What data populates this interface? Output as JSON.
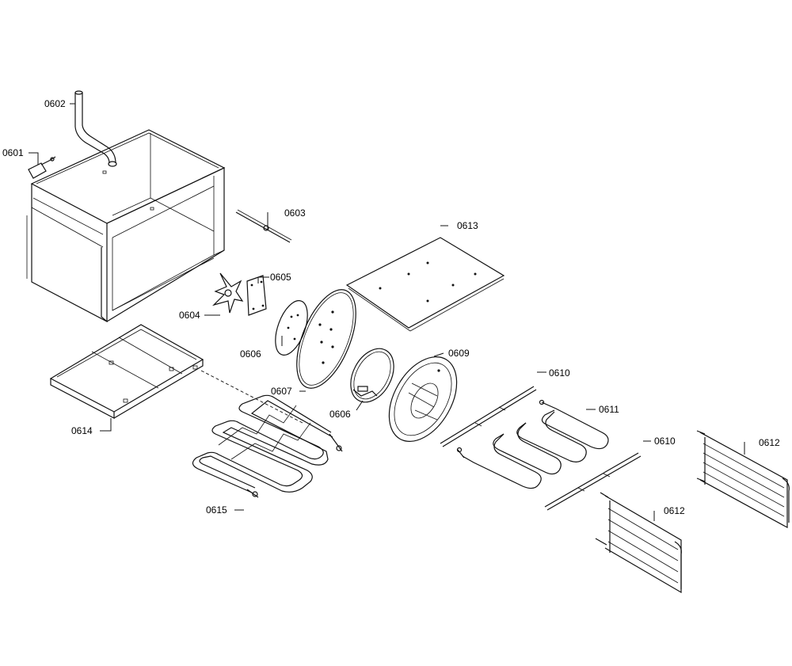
{
  "callouts": {
    "p0601": "0601",
    "p0602": "0602",
    "p0603": "0603",
    "p0604": "0604",
    "p0605": "0605",
    "p0606a": "0606",
    "p0606b": "0606",
    "p0607": "0607",
    "p0609": "0609",
    "p0610a": "0610",
    "p0610b": "0610",
    "p0611": "0611",
    "p0612a": "0612",
    "p0612b": "0612",
    "p0613": "0613",
    "p0614": "0614",
    "p0615": "0615"
  }
}
